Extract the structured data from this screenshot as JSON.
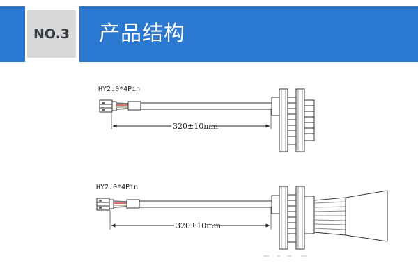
{
  "header": {
    "number_badge": "NO.3",
    "title": "产品结构",
    "bar_color": "#2a78cf",
    "badge_color": "#d8d8d8"
  },
  "drawings": [
    {
      "connector_label": "HY2.0*4Pin",
      "dimension_label": "320±10mm"
    },
    {
      "connector_label": "HY2.0*4Pin",
      "dimension_label": "320±10mm"
    }
  ]
}
